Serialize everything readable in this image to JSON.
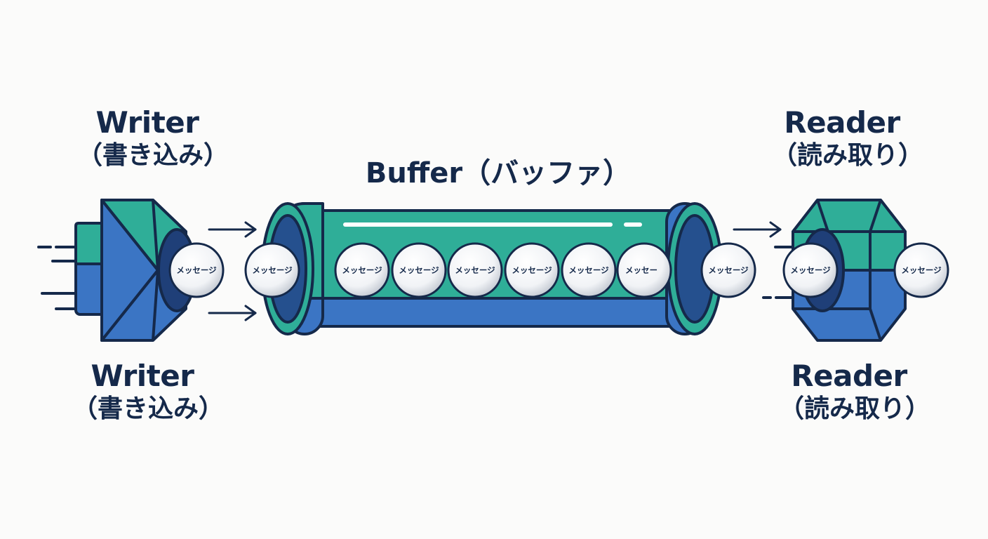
{
  "writer": {
    "name": "Writer",
    "subtitle": "（書き込み）"
  },
  "writer_bottom": {
    "name": "Writer",
    "subtitle": "（書き込み）"
  },
  "reader": {
    "name": "Reader",
    "subtitle": "（読み取り）"
  },
  "reader_bottom": {
    "name": "Reader",
    "subtitle": "（読み取り）"
  },
  "buffer": {
    "label": "Buffer（バッファ）"
  },
  "message_label": "メッセージ",
  "message_partial_label": "メッセー",
  "colors": {
    "outline": "#15294a",
    "teal": "#2fae98",
    "blue": "#3b75c4",
    "dark_blue": "#25508e",
    "ball": "#ffffff"
  },
  "icons": [
    "writer-nut-icon",
    "reader-nut-icon",
    "buffer-tube-icon",
    "arrow-icon",
    "message-ball-icon"
  ]
}
